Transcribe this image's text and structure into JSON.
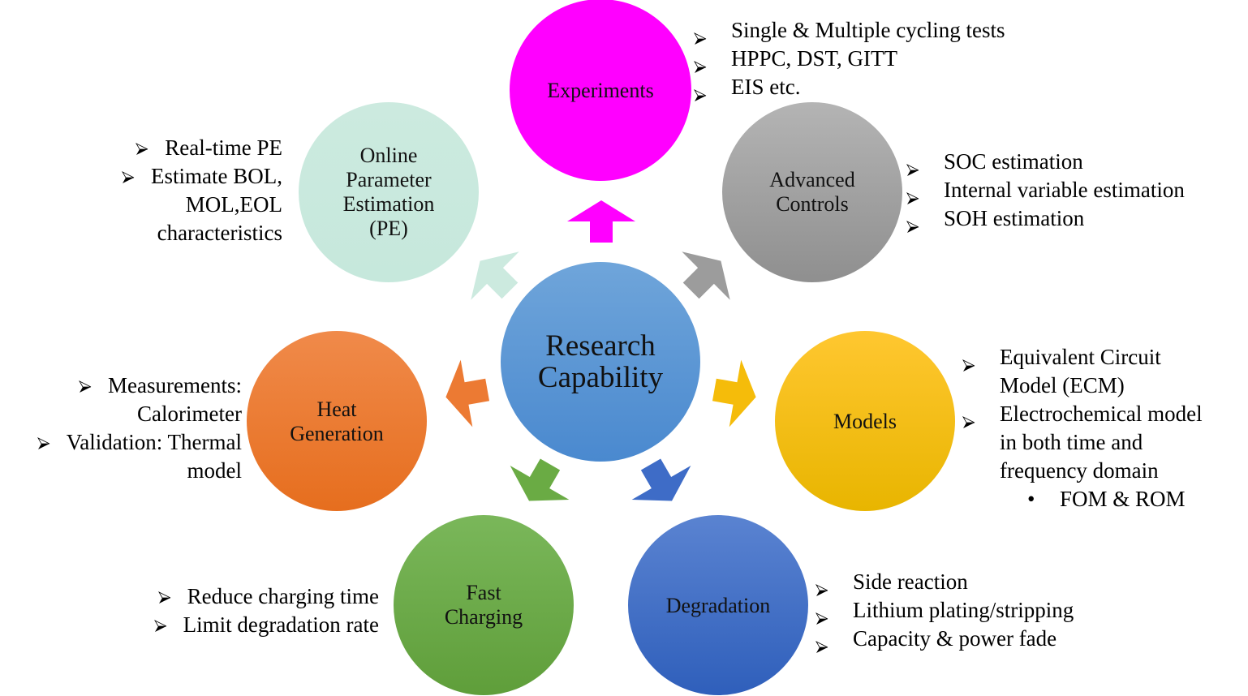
{
  "title": "Research Capability",
  "center": {
    "lines": [
      "Research",
      "Capability"
    ],
    "color_top": "#6fa5da",
    "color_bottom": "#4a89cf"
  },
  "nodes": [
    {
      "id": "experiments",
      "lines": [
        "Experiments"
      ],
      "color_top": "#ff00ff",
      "color_bottom": "#ff00ff"
    },
    {
      "id": "advanced-controls",
      "lines": [
        "Advanced",
        "Controls"
      ],
      "color_top": "#b4b4b4",
      "color_bottom": "#8f8f8f"
    },
    {
      "id": "models",
      "lines": [
        "Models"
      ],
      "color_top": "#ffc730",
      "color_bottom": "#e8b500"
    },
    {
      "id": "degradation",
      "lines": [
        "Degradation"
      ],
      "color_top": "#5a83d1",
      "color_bottom": "#2f5fbb"
    },
    {
      "id": "fast-charging",
      "lines": [
        "Fast",
        "Charging"
      ],
      "color_top": "#7ab75a",
      "color_bottom": "#5f9e3a"
    },
    {
      "id": "heat-generation",
      "lines": [
        "Heat",
        "Generation"
      ],
      "color_top": "#f08a4a",
      "color_bottom": "#e66e1e"
    },
    {
      "id": "online-pe",
      "lines": [
        "Online",
        "Parameter",
        "Estimation",
        "(PE)"
      ],
      "color_top": "#cceadf",
      "color_bottom": "#c6e8dc"
    }
  ],
  "arrows": [
    {
      "target": "experiments",
      "color": "#ff00ff"
    },
    {
      "target": "advanced-controls",
      "color": "#9c9c9c"
    },
    {
      "target": "models",
      "color": "#f5bc0a"
    },
    {
      "target": "degradation",
      "color": "#3e6cc7"
    },
    {
      "target": "fast-charging",
      "color": "#6aab44"
    },
    {
      "target": "heat-generation",
      "color": "#ec7a33"
    },
    {
      "target": "online-pe",
      "color": "#cceadf"
    }
  ],
  "bullets": {
    "experiments": [
      "Single & Multiple cycling tests",
      "HPPC, DST, GITT",
      "EIS etc."
    ],
    "advanced_controls": [
      "SOC estimation",
      "Internal variable estimation",
      "SOH estimation"
    ],
    "models": {
      "items": [
        "Equivalent Circuit",
        "Model (ECM)",
        "Electrochemical model",
        "in both time and",
        "frequency domain"
      ],
      "sub_items": [
        "FOM & ROM"
      ]
    },
    "degradation": [
      "Side reaction",
      "Lithium plating/stripping",
      "Capacity & power fade"
    ],
    "fast_charging": [
      "Reduce charging time",
      "Limit degradation rate"
    ],
    "heat_generation": [
      "Measurements:",
      "Calorimeter",
      "Validation: Thermal",
      "model"
    ],
    "online_pe": [
      "Real-time PE",
      "Estimate BOL,",
      "MOL,EOL",
      "characteristics"
    ]
  },
  "bullet_icon": "arrowhead-bullet-icon",
  "sub_bullet_icon": "dot-bullet-icon"
}
